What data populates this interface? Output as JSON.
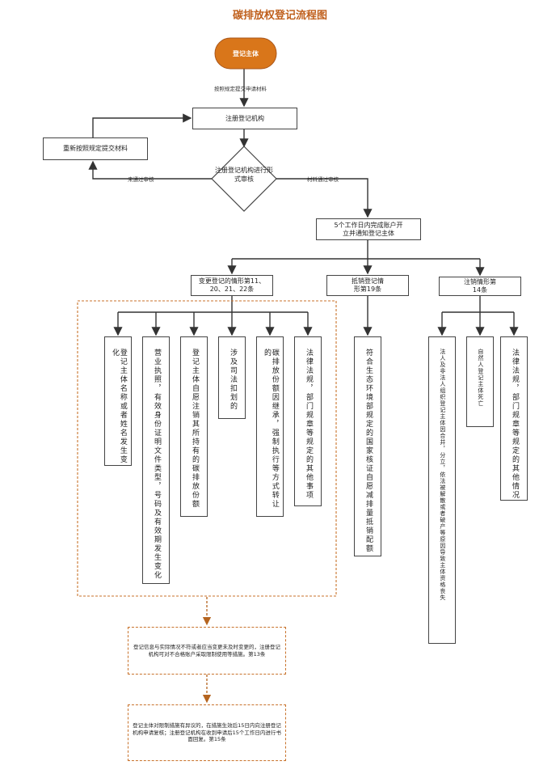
{
  "title": "碳排放权登记流程图",
  "start": "登记主体",
  "step_submit_label": "按照规定提交申请材料",
  "registry": "注册登记机构",
  "resubmit": "重新按照规定提交材料",
  "review": "注册登记机构进行形式审核",
  "fail_label": "未通过审核",
  "pass_label": "材料通过审核",
  "open_account": "5个工作日内完成账户开立并通知登记主体",
  "branches": {
    "change": "变更登记的情形第11、20、21、22条",
    "offset": "抵销登记情形第19条",
    "cancel": "注销情形第14条"
  },
  "change_items": [
    "登记主体名称或者姓名发生变化",
    "营业执照，有效身份证明文件类型，号码及有效期发生变化",
    "登记主体自愿注销其所持有的碳排放份额",
    "涉及司法扣划的",
    "碳排放份额因继承，强制执行等方式转让的",
    "法律法规，部门规章等规定的其他事项"
  ],
  "offset_items": [
    "符合生态环境部规定的国家核证自愿减排量抵销配额"
  ],
  "cancel_items": [
    "法人及非法人组织登记主体因合并，分立，依法被解散或者破产等原因导致主体资格丧失",
    "自然人登记主体死亡",
    "法律法规，部门规章等规定的其他情况"
  ],
  "note1": "登记信息与实际情况不符或者应当变更未及时变更的，注册登记机构可对不合格账户采取限制使用等措施。第13条",
  "note2": "登记主体对限制措施有异议的，在措施生效后15日内向注册登记机构申请复核；注册登记机构在收到申请后15个工作日内进行书面回复。第15条",
  "colors": {
    "title": "#c0601d",
    "start_fill": "#d9761a",
    "dashed": "#c8722b"
  }
}
